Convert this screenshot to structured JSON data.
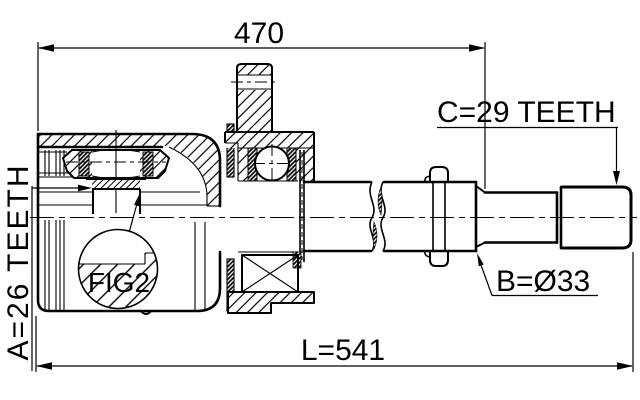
{
  "labels": {
    "top_dimension": "470",
    "right_spline": "C=29 TEETH",
    "left_spline": "A=26 TEETH",
    "shaft_diameter": "B=Ø33",
    "overall_length": "L=541",
    "detail_ref": "FIG2"
  },
  "colors": {
    "line": "#000000",
    "background": "#ffffff"
  }
}
